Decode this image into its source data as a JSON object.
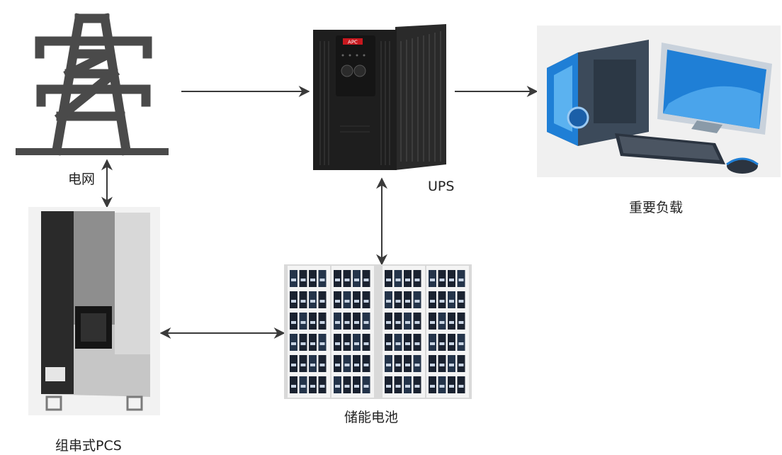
{
  "nodes": {
    "grid": {
      "label": "电网"
    },
    "ups": {
      "label": "UPS",
      "brand": "APC"
    },
    "critical_load": {
      "label": "重要负载"
    },
    "string_pcs": {
      "label": "组串式PCS"
    },
    "storage_battery": {
      "label": "储能电池"
    }
  },
  "edges": [
    {
      "from": "grid",
      "to": "ups",
      "direction": "forward"
    },
    {
      "from": "ups",
      "to": "critical_load",
      "direction": "forward"
    },
    {
      "from": "grid",
      "to": "string_pcs",
      "direction": "both"
    },
    {
      "from": "ups",
      "to": "storage_battery",
      "direction": "both"
    },
    {
      "from": "string_pcs",
      "to": "storage_battery",
      "direction": "both"
    }
  ],
  "colors": {
    "arrow": "#3a3a3a",
    "tower": "#4a4a4a",
    "ups_body": "#1e1e1e",
    "monitor_blue": "#1f7fd6",
    "battery_frame": "#e8e8e8"
  }
}
